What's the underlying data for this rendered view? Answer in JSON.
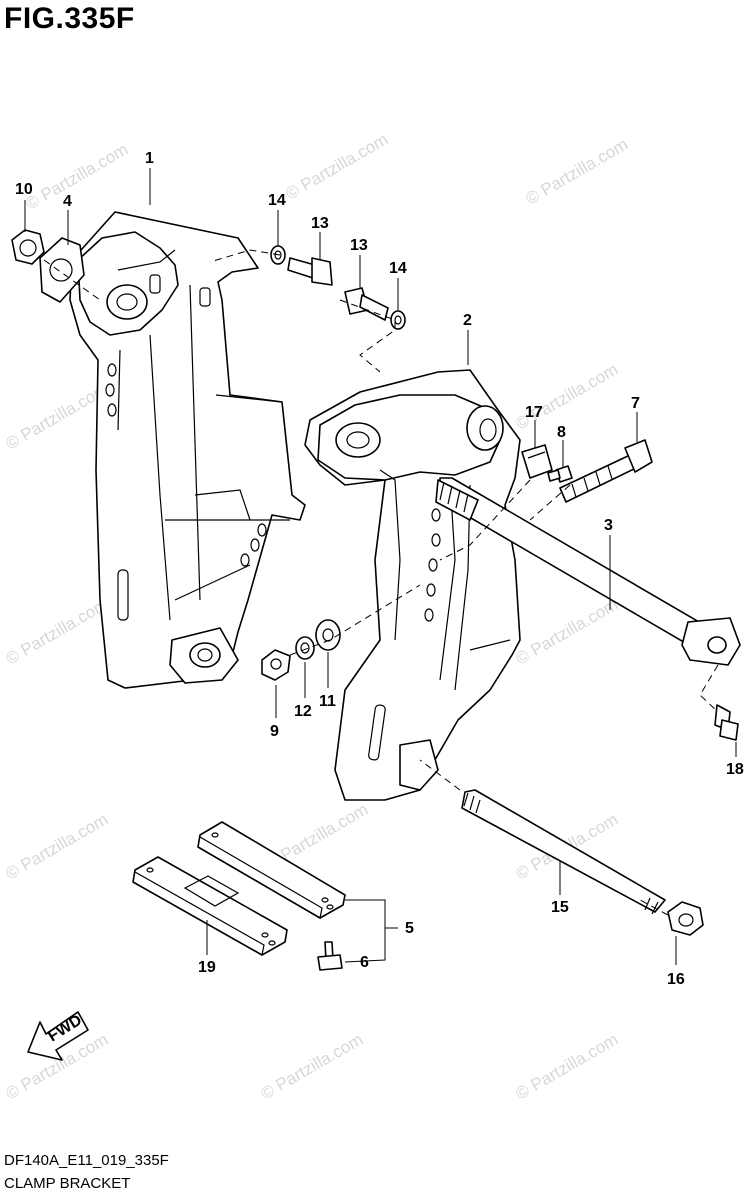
{
  "figure": {
    "title": "FIG.335F",
    "code": "DF140A_E11_019_335F",
    "caption": "CLAMP BRACKET",
    "watermark": "© Partzilla.com",
    "fwd_label": "FWD"
  },
  "callouts": {
    "c1": "1",
    "c2": "2",
    "c3": "3",
    "c4": "4",
    "c5": "5",
    "c6": "6",
    "c7": "7",
    "c8": "8",
    "c9": "9",
    "c10": "10",
    "c11": "11",
    "c12": "12",
    "c13a": "13",
    "c13b": "13",
    "c14a": "14",
    "c14b": "14",
    "c15": "15",
    "c16": "16",
    "c17": "17",
    "c18": "18",
    "c19": "19"
  }
}
